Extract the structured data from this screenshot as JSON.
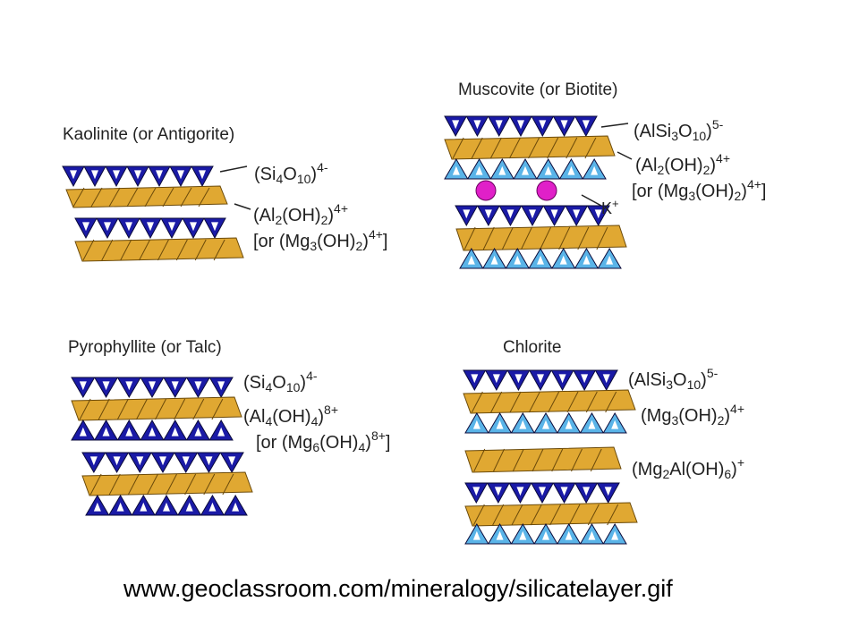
{
  "panels": {
    "kaolinite": {
      "title": "Kaolinite (or Antigorite)",
      "f1": {
        "b": "(Si",
        "s1": "4",
        "m": "O",
        "s2": "10",
        "c": ")",
        "p": "4-"
      },
      "f2": {
        "b": "(Al",
        "s1": "2",
        "m": "(OH)",
        "s2": "2",
        "c": ")",
        "p": "4+"
      },
      "f3": {
        "b": "[or (Mg",
        "s1": "3",
        "m": "(OH)",
        "s2": "2",
        "c": ")",
        "p": "4+",
        "e": "]"
      }
    },
    "muscovite": {
      "title": "Muscovite (or Biotite)",
      "f1": {
        "b": "(AlSi",
        "s1": "3",
        "m": "O",
        "s2": "10",
        "c": ")",
        "p": "5-"
      },
      "f2": {
        "b": "(Al",
        "s1": "2",
        "m": "(OH)",
        "s2": "2",
        "c": ")",
        "p": "4+"
      },
      "f3": {
        "b": "[or (Mg",
        "s1": "3",
        "m": "(OH)",
        "s2": "2",
        "c": ")",
        "p": "4+",
        "e": "]"
      },
      "ion": {
        "b": "K",
        "p": "+"
      }
    },
    "pyrophyllite": {
      "title": "Pyrophyllite (or Talc)",
      "f1": {
        "b": "(Si",
        "s1": "4",
        "m": "O",
        "s2": "10",
        "c": ")",
        "p": "4-"
      },
      "f2": {
        "b": "(Al",
        "s1": "4",
        "m": "(OH)",
        "s2": "4",
        "c": ")",
        "p": "8+"
      },
      "f3": {
        "b": "[or (Mg",
        "s1": "6",
        "m": "(OH)",
        "s2": "4",
        "c": ")",
        "p": "8+",
        "e": "]"
      }
    },
    "chlorite": {
      "title": "Chlorite",
      "f1": {
        "b": "(AlSi",
        "s1": "3",
        "m": "O",
        "s2": "10",
        "c": ")",
        "p": "5-"
      },
      "f2": {
        "b": "(Mg",
        "s1": "3",
        "m": "(OH)",
        "s2": "2",
        "c": ")",
        "p": "4+"
      },
      "f3": {
        "b": "(Mg",
        "s1": "2",
        "m": "Al(OH)",
        "s2": "6",
        "c": ")",
        "p": "+"
      }
    }
  },
  "colors": {
    "tetra_dark": "#1a1aa6",
    "tetra_light": "#5ab4e8",
    "octa": "#e0a832",
    "octa_edge": "#6b4a0a",
    "k_ion": "#e020c8"
  },
  "source_url": "www.geoclassroom.com/mineralogy/silicatelayer.gif"
}
